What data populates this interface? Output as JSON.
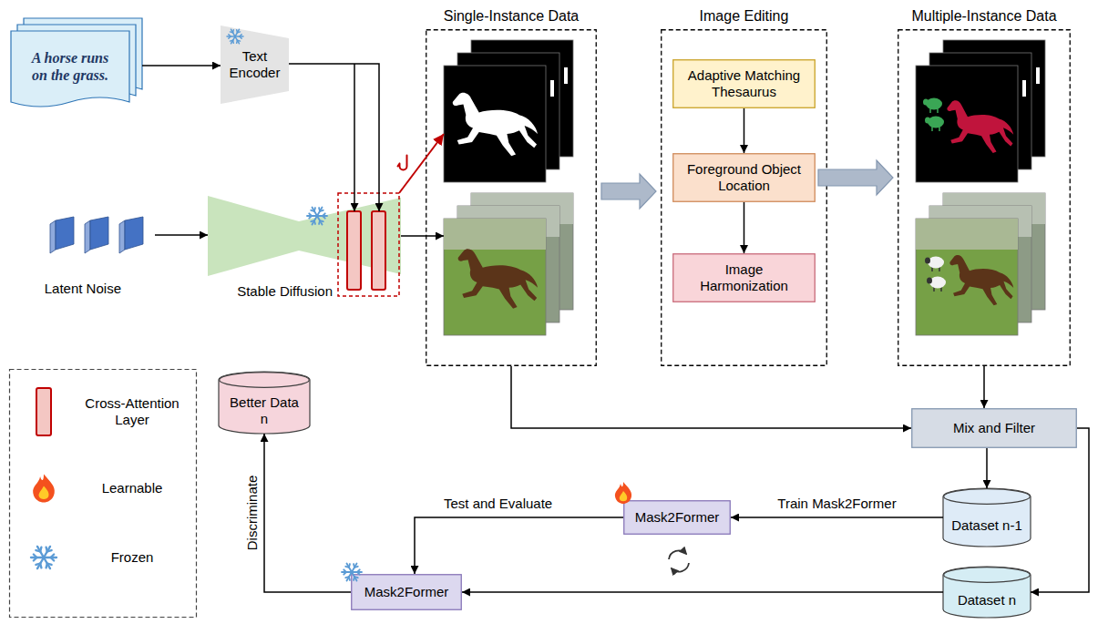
{
  "diagram": {
    "nodes": [
      {
        "text": [
          "A horse runs on the grass."
        ]
      },
      {
        "text": [
          "Text Encoder"
        ]
      },
      {
        "text": [
          "Latent Noise"
        ]
      },
      {
        "text": [
          "Stable Diffusion"
        ]
      },
      {
        "text": [
          "Single-Instance Data"
        ]
      },
      {
        "text": [
          "Image Editing"
        ]
      },
      {
        "text": [
          "Adaptive Matching Thesaurus"
        ],
        "in": 5
      },
      {
        "text": [
          "Foreground Object Location"
        ],
        "in": 5
      },
      {
        "text": [
          "Image Harmonization"
        ],
        "in": 5
      },
      {
        "text": [
          "Multiple-Instance Data"
        ]
      },
      {
        "text": [
          "Mix and Filter"
        ]
      },
      {
        "text": [
          "Better Data n"
        ]
      },
      {
        "text": [
          "Mask2Former"
        ]
      },
      {
        "text": [
          "Dataset n-1"
        ]
      },
      {
        "text": [
          "Mask2Former"
        ]
      },
      {
        "text": [
          "Dataset n"
        ]
      }
    ],
    "edges": [
      {
        "from": 0,
        "to": 1,
        "arrow": "to"
      },
      {
        "from": 1,
        "to": 3,
        "arrow": "to"
      },
      {
        "from": 2,
        "to": 3,
        "arrow": "to"
      },
      {
        "from": 3,
        "to": 4,
        "arrow": "to"
      },
      {
        "from": 3,
        "to": 4,
        "arrow": "to"
      },
      {
        "from": 4,
        "to": 5,
        "arrow": "to"
      },
      {
        "from": 6,
        "to": 7,
        "arrow": "to"
      },
      {
        "from": 7,
        "to": 8,
        "arrow": "to"
      },
      {
        "from": 7,
        "to": 9,
        "arrow": "to"
      },
      {
        "from": 4,
        "to": 10,
        "arrow": "to"
      },
      {
        "from": 9,
        "to": 10,
        "arrow": "to"
      },
      {
        "from": 10,
        "to": 13,
        "arrow": "to"
      },
      {
        "from": 10,
        "to": 15,
        "arrow": "to"
      },
      {
        "from": 13,
        "to": 12,
        "label": "Train Mask2Former",
        "arrow": "to"
      },
      {
        "from": 12,
        "to": 14,
        "label": "Test and Evaluate",
        "arrow": "to"
      },
      {
        "from": 15,
        "to": 14,
        "arrow": "to"
      },
      {
        "from": 14,
        "to": 11,
        "label": "Discriminate",
        "arrow": "to"
      }
    ],
    "legend": [
      {
        "text": "Cross-Attention Layer"
      },
      {
        "text": "Learnable"
      },
      {
        "text": "Frozen"
      }
    ]
  }
}
